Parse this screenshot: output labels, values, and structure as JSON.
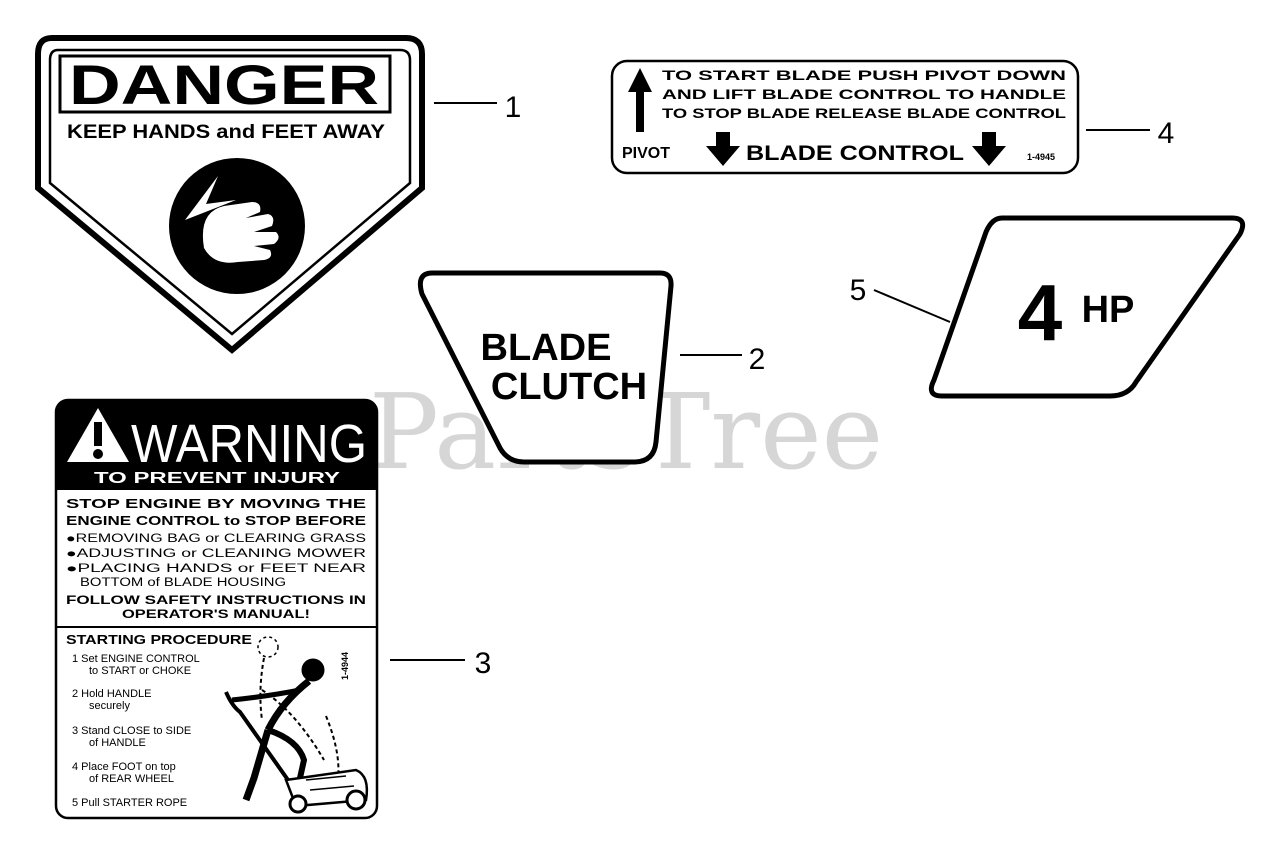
{
  "watermark": "PartsTree",
  "callouts": [
    "1",
    "2",
    "3",
    "4",
    "5"
  ],
  "decal_danger": {
    "title": "DANGER",
    "subtitle": "KEEP HANDS and FEET AWAY",
    "icon": "hand-near-blade-icon"
  },
  "decal_blade_clutch": {
    "line1": "BLADE",
    "line2": "CLUTCH"
  },
  "decal_warning": {
    "title": "WARNING",
    "subtitle": "TO PREVENT INJURY",
    "body": [
      "STOP ENGINE BY MOVING THE",
      "ENGINE CONTROL to STOP BEFORE",
      "●REMOVING BAG or CLEARING GRASS",
      "●ADJUSTING or CLEANING MOWER",
      "●PLACING HANDS or FEET NEAR",
      "BOTTOM of BLADE HOUSING",
      "FOLLOW SAFETY INSTRUCTIONS IN",
      "OPERATOR'S MANUAL!"
    ],
    "procedure_title": "STARTING PROCEDURE",
    "steps": [
      [
        "1  Set ENGINE CONTROL",
        "to START or CHOKE"
      ],
      [
        "2  Hold HANDLE",
        "securely"
      ],
      [
        "3  Stand CLOSE to SIDE",
        "of HANDLE"
      ],
      [
        "4  Place FOOT on top",
        "of REAR WHEEL"
      ],
      [
        "5  Pull STARTER ROPE",
        ""
      ]
    ],
    "part_no": "1-4944",
    "icon": "operator-starting-mower-icon"
  },
  "decal_blade_control": {
    "lines": [
      "TO START BLADE PUSH PIVOT DOWN",
      "AND LIFT BLADE CONTROL TO HANDLE",
      "TO STOP BLADE RELEASE BLADE CONTROL"
    ],
    "pivot": "PIVOT",
    "control": "BLADE CONTROL",
    "part_no": "1-4945"
  },
  "decal_hp": {
    "number": "4",
    "unit": "HP"
  }
}
